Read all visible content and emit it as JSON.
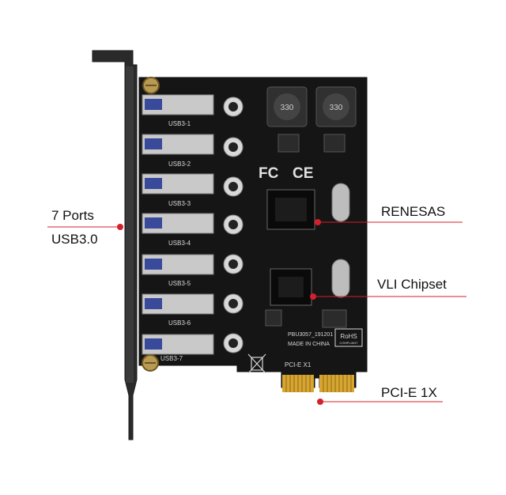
{
  "callouts": {
    "ports_line1": "7 Ports",
    "ports_line2": "USB3.0",
    "chip_renesas": "RENESAS",
    "chip_vli": "VLI Chipset",
    "bus": "PCI-E 1X"
  },
  "board": {
    "port_labels": [
      "USB3-1",
      "USB3-2",
      "USB3-3",
      "USB3-4",
      "USB3-5",
      "USB3-6",
      "USB3-7"
    ],
    "model": "PBU3057_191201",
    "origin": "MADE IN CHINA",
    "slot_label": "PCI-E X1",
    "rohs": "RoHS",
    "rohs_sub": "COMPLIANT",
    "inductor_marking": "330",
    "cert_fc": "FC",
    "cert_ce": "CE"
  },
  "colors": {
    "pcb": "#151515",
    "bracket": "#2a2a2a",
    "port_metal": "#c9c9c9",
    "gold": "#d8a630",
    "accent_red": "#d4202a",
    "silkscreen": "#d8d8d8"
  }
}
